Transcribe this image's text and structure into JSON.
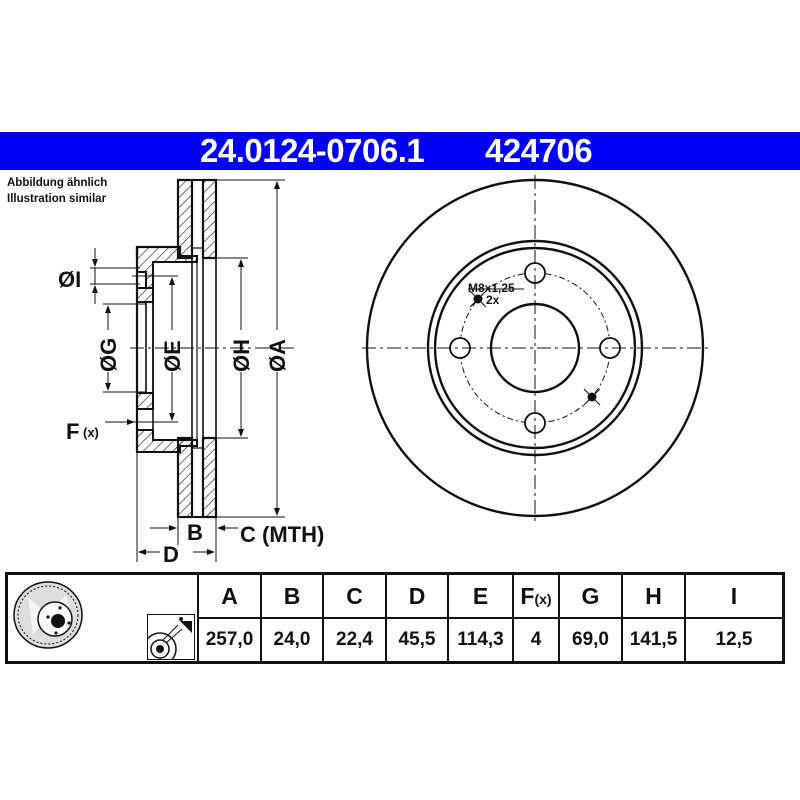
{
  "header": {
    "part_number": "24.0124-0706.1",
    "ref_number": "424706",
    "bar_color": "#0000f5"
  },
  "notes": {
    "line1": "Abbildung ähnlich",
    "line2": "Illustration similar"
  },
  "section_view": {
    "labels": {
      "I": "ØI",
      "G": "ØG",
      "E": "ØE",
      "H": "ØH",
      "A": "ØA",
      "F": "F",
      "F_suffix": "(x)",
      "B": "B",
      "C": "C (MTH)",
      "D": "D"
    }
  },
  "front_view": {
    "thread_label": "M8x1,25",
    "thread_count": "2x",
    "bolt_holes": 4
  },
  "table": {
    "columns": [
      {
        "key": "A",
        "label": "A",
        "value": "257,0"
      },
      {
        "key": "B",
        "label": "B",
        "value": "24,0"
      },
      {
        "key": "C",
        "label": "C",
        "value": "22,4"
      },
      {
        "key": "D",
        "label": "D",
        "value": "45,5"
      },
      {
        "key": "E",
        "label": "E",
        "value": "114,3"
      },
      {
        "key": "F",
        "label": "F",
        "label_suffix": "(x)",
        "value": "4"
      },
      {
        "key": "G",
        "label": "G",
        "value": "69,0"
      },
      {
        "key": "H",
        "label": "H",
        "value": "141,5"
      },
      {
        "key": "I",
        "label": "I",
        "value": "12,5"
      }
    ],
    "icons": [
      "brake-disc-thumbnail-icon",
      "coating-spray-icon"
    ]
  }
}
